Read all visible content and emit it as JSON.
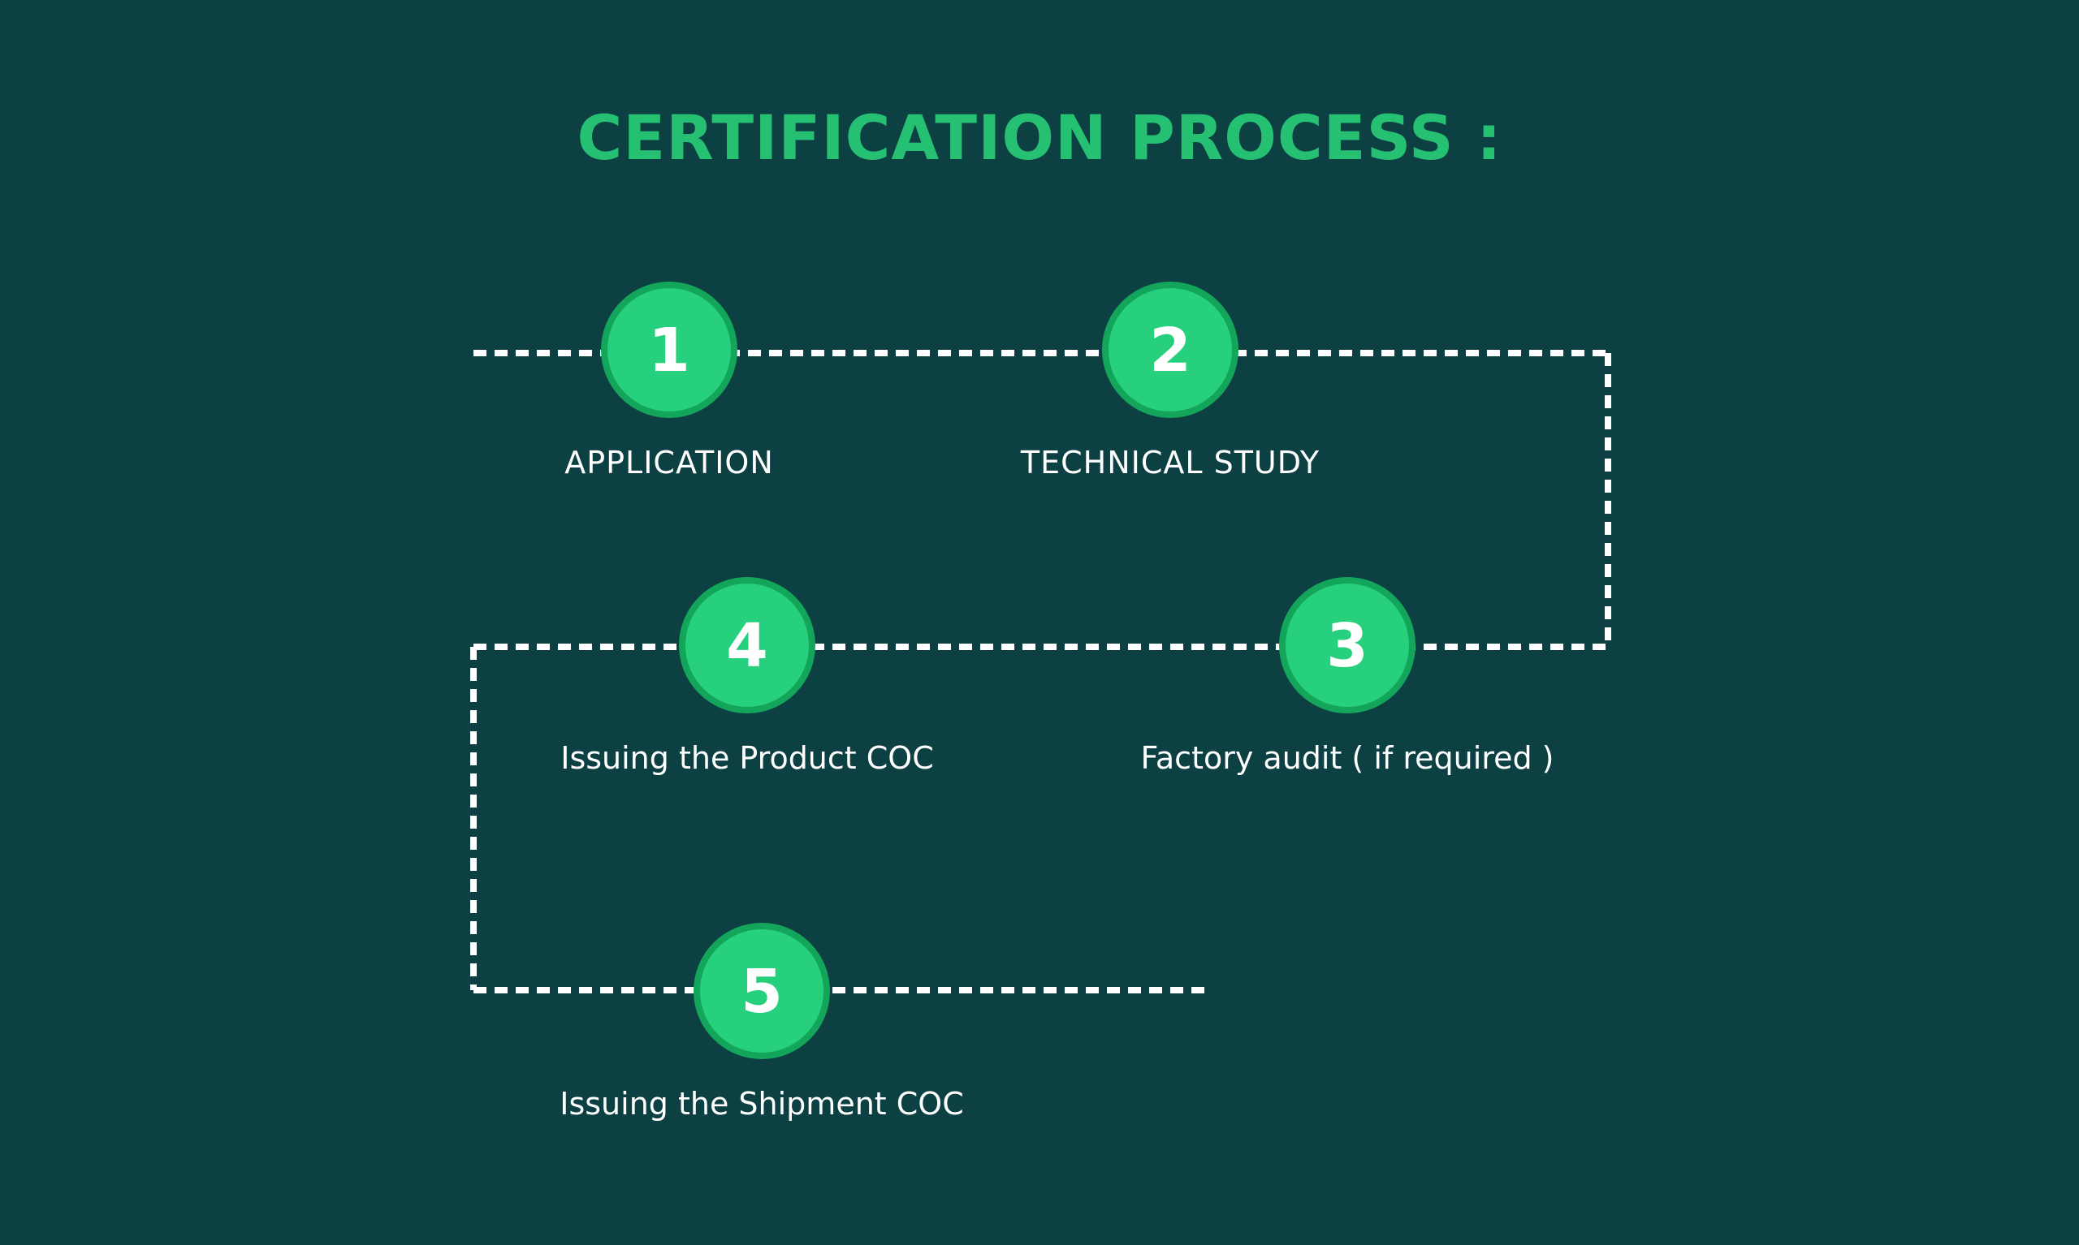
{
  "title": "CERTIFICATION PROCESS :",
  "colors": {
    "background": "#0d4043",
    "accent": "#26c073",
    "circle_fill": "#26d07c",
    "circle_ring": "#13a65b",
    "connector": "#ffffff",
    "text": "#ffffff"
  },
  "steps": [
    {
      "number": "1",
      "label": "APPLICATION"
    },
    {
      "number": "2",
      "label": "TECHNICAL STUDY"
    },
    {
      "number": "3",
      "label": "Factory audit ( if required )"
    },
    {
      "number": "4",
      "label": "Issuing the Product COC"
    },
    {
      "number": "5",
      "label": "Issuing the Shipment COC"
    }
  ]
}
